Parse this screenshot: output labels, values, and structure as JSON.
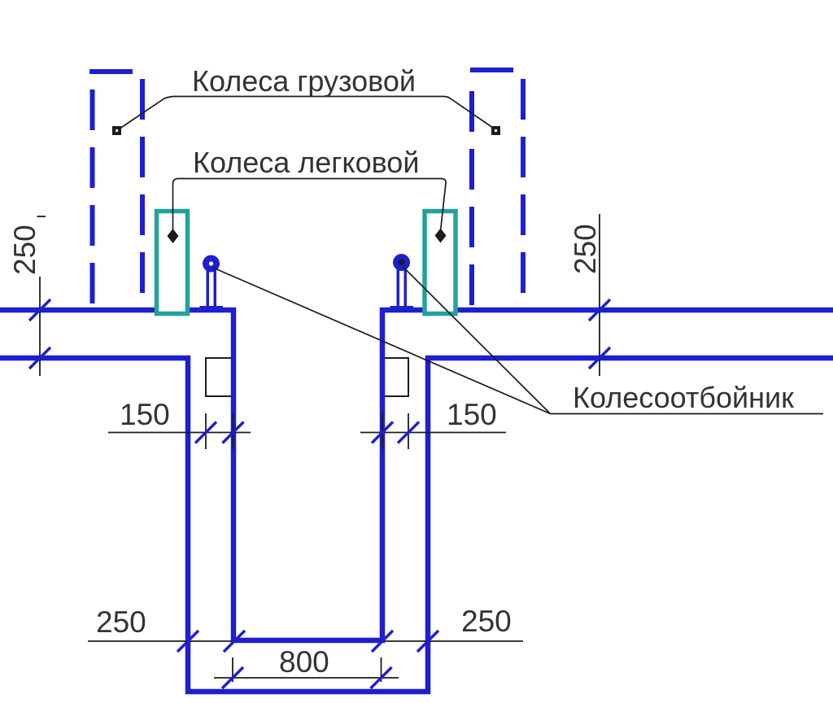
{
  "drawing": {
    "title": "Inspection pit cross-section",
    "labels": {
      "truck_wheels": "Колеса грузовой",
      "car_wheels": "Колеса легковой",
      "wheel_stop": "Колесоотбойник"
    },
    "dimensions": {
      "floor_thickness_left": "250",
      "floor_thickness_right": "250",
      "niche_width_left": "150",
      "niche_width_right": "150",
      "wall_thickness_left": "250",
      "wall_thickness_right": "250",
      "pit_width_bottom": "800"
    },
    "colors": {
      "line_blue": "#1E1ED2",
      "wheel_teal": "#23A29A",
      "dim_line": "#1C1C1C",
      "text": "#333333",
      "background": "#FFFFFF"
    }
  }
}
